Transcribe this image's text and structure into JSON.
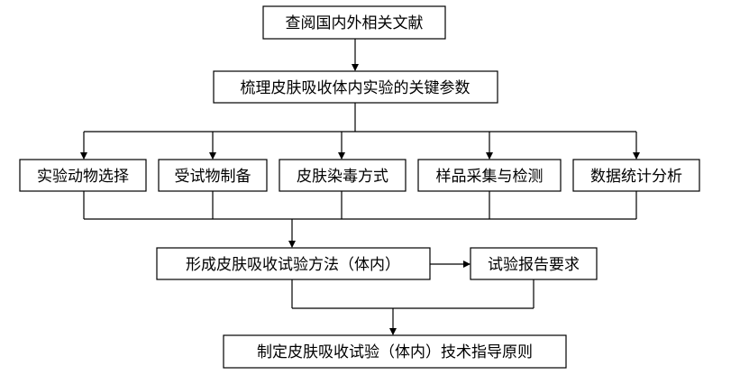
{
  "diagram": {
    "header_fragment": "",
    "nodes": {
      "review": "查阅国内外相关文献",
      "sort": "梳理皮肤吸收体内实验的关键参数",
      "animal": "实验动物选择",
      "test_substance": "受试物制备",
      "exposure": "皮肤染毒方式",
      "sampling": "样品采集与检测",
      "statistics": "数据统计分析",
      "method": "形成皮肤吸收试验方法（体内）",
      "report": "试验报告要求",
      "guideline": "制定皮肤吸收试验（体内）技术指导原则"
    },
    "colors": {
      "stroke": "#000000",
      "fill": "#ffffff",
      "text": "#000000"
    }
  }
}
